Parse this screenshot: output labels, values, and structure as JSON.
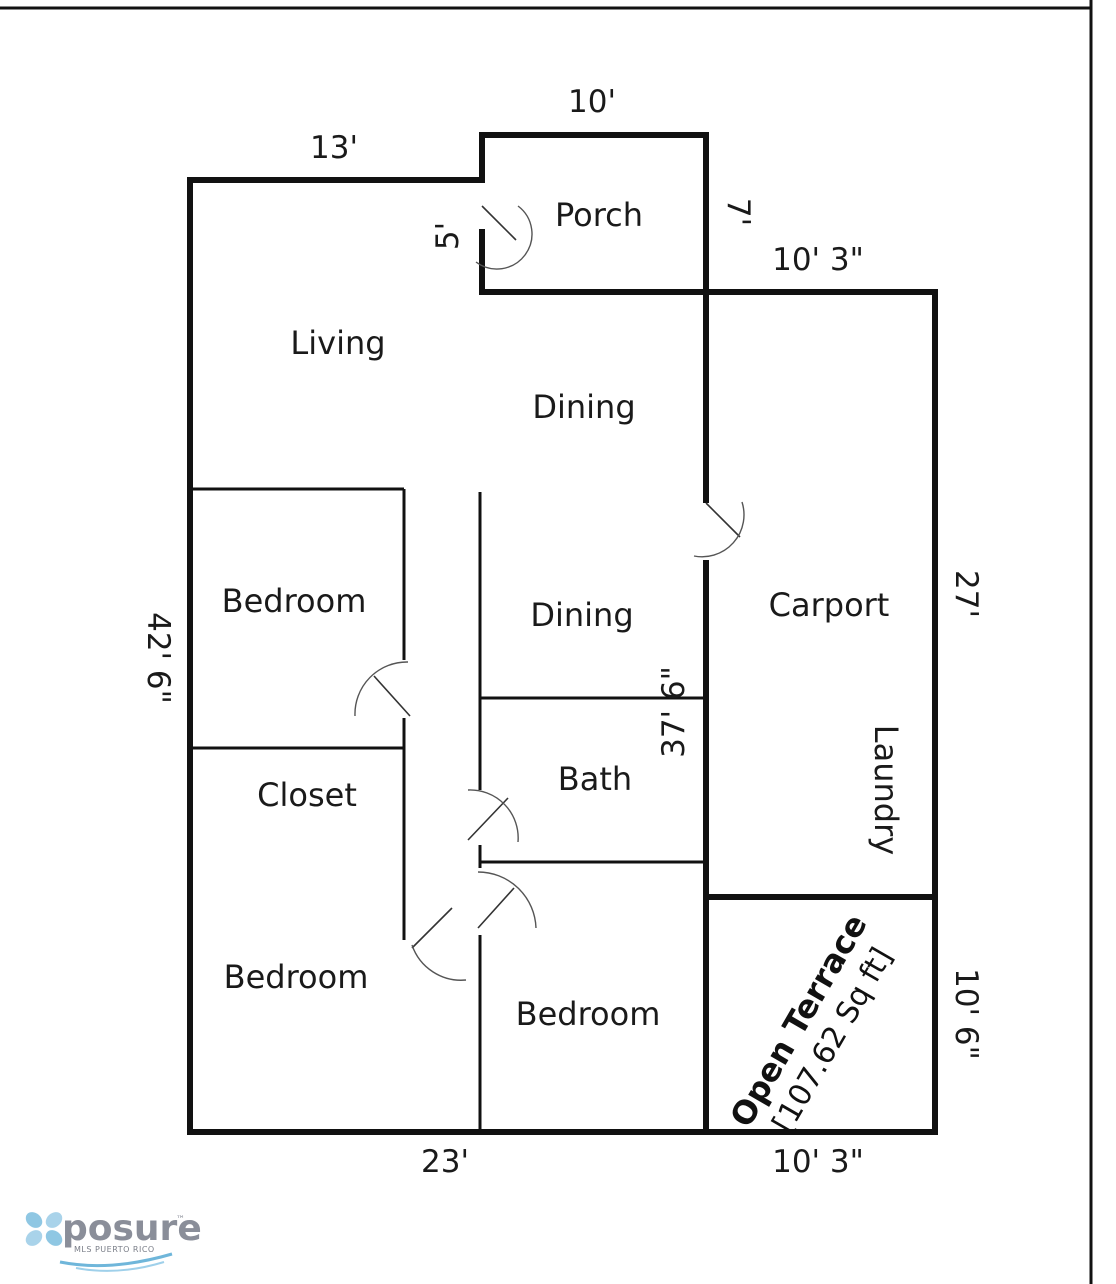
{
  "rooms": {
    "porch": "Porch",
    "living": "Living",
    "dining_1": "Dining",
    "dining_2": "Dining",
    "bedroom_1": "Bedroom",
    "closet": "Closet",
    "bath": "Bath",
    "bedroom_2": "Bedroom",
    "bedroom_3": "Bedroom",
    "carport": "Carport",
    "laundry": "Laundry"
  },
  "terrace": {
    "title": "Open Terrace",
    "area": "[107.62 Sq ft]"
  },
  "dimensions": {
    "porch_top": "10'",
    "living_top": "13'",
    "porch_side": "7'",
    "porch_door": "5'",
    "carport_top": "10' 3\"",
    "left_side": "42' 6\"",
    "interior_middle": "37' 6\"",
    "carport_side": "27'",
    "terrace_side": "10' 6\"",
    "bottom_main": "23'",
    "bottom_terrace": "10' 3\""
  },
  "logo": {
    "word": "posure",
    "tm": "™",
    "tagline": "MLS PUERTO RICO",
    "colors": {
      "mark": "#8fc7e3",
      "text": "#8a8e99",
      "wave": "#6fb6da"
    }
  }
}
